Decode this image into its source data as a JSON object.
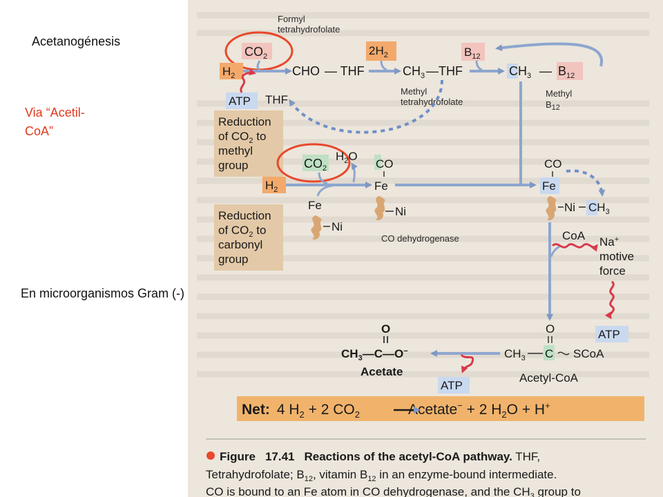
{
  "slide": {
    "title": "Acetanogénesis",
    "subtitle_line1": "Via “Acetil-",
    "subtitle_line2": "CoA”",
    "note": "En microorganismos Gram (-)"
  },
  "diagram": {
    "formyl_label_1": "Formyl",
    "formyl_label_2": "tetrahydrofolate",
    "co2_top": "CO",
    "two": "2",
    "h2_top": "H",
    "cho": "CHO",
    "dash_thf": "— THF",
    "twoh2": "2H",
    "ch3_thf": "CH",
    "dash_thf2": "—THF",
    "b12_top": "B",
    "b12_sub": "12",
    "ch3_b12": "CH",
    "dash": "—",
    "methyl_thf_1": "Methyl",
    "methyl_thf_2": "tetrahydrofolate",
    "methyl_b12_1": "Methyl",
    "methyl_b12_2": "B",
    "atp_top": "ATP",
    "thf_lbl": "THF",
    "reduction1_1": "Reduction",
    "reduction1_2": "of CO",
    "reduction1_3": " to",
    "reduction1_4": "methyl",
    "reduction1_5": "group",
    "co2_mid": "CO",
    "h2o": "H",
    "h2o_o": "O",
    "co_mid": "CO",
    "fe_mid": "Fe",
    "co_right": "CO",
    "fe_right": "Fe",
    "h2_mid": "H",
    "fe_lower": "Fe",
    "ni_lower": "Ni",
    "ni_mid": "Ni",
    "ni_right": "Ni",
    "ch3_right": "CH",
    "co_dehydrogenase": "CO dehydrogenase",
    "reduction2_1": "Reduction",
    "reduction2_2": "of CO",
    "reduction2_3": " to",
    "reduction2_4": "carbonyl",
    "reduction2_5": "group",
    "coa": "CoA",
    "na_1": "Na",
    "na_plus": "+",
    "na_2": "motive",
    "na_3": "force",
    "atp_right": "ATP",
    "ch3_acetyl": "CH",
    "scoa": "SCoA",
    "acetyl_coa": "Acetyl-CoA",
    "o_acetyl": "O",
    "c_acetyl": "C",
    "acetate_formula_a": "CH",
    "acetate_formula_b": "—C—O",
    "acetate_minus": "−",
    "o_acetate": "O",
    "acetate_lbl": "Acetate",
    "atp_bottom": "ATP",
    "net_label": "Net:",
    "net_eq": "4 H",
    "net_eq2": " + 2 CO",
    "net_eq3": "Acetate",
    "net_eq4": " + 2 H",
    "net_eq5": "O + H",
    "three": "3",
    "fig_label": "Figure",
    "fig_num": "17.41",
    "fig_title": "Reactions of the acetyl-CoA pathway.",
    "caption_1a": " THF,",
    "caption_2a": "Tetrahydrofolate; B",
    "caption_2b": ", vitamin B",
    "caption_2c": " in an enzyme-bound intermediate.",
    "caption_3": "CO is bound to an Fe atom in CO dehydrogenase, and the CH",
    "caption_3b": " group to"
  },
  "colors": {
    "page_bg": "#ece6dc",
    "arrow_blue": "#8ea6cf",
    "dashed_blue": "#6f8fc8",
    "highlight_orange": "#f3a96b",
    "highlight_pink": "#f2c4bd",
    "highlight_green": "#bfe0c4",
    "highlight_blue": "#c9d9ef",
    "box_tan": "#e3c9a8",
    "net_band": "#f1b36b",
    "red_circle": "#e8482b",
    "wavy_red": "#d83a4a"
  }
}
